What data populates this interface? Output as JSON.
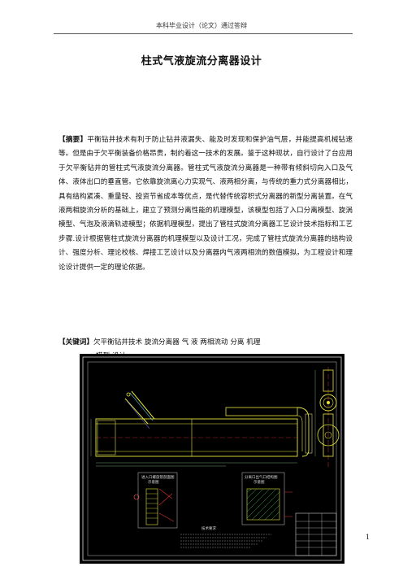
{
  "header": {
    "text": "本科毕业设计（论文）通过答辩"
  },
  "title": "柱式气液旋流分离器设计",
  "abstract": {
    "label": "【摘要】",
    "text": "平衡钻井技术有利于防止钻井液漏失、能及时发现和保护油气层，并能提高机械钻速等。但是由于欠平衡装备价格昂贵，制约着这一技术的发展。鉴于这种现状，自行设计了台应用于欠平衡钻井的管柱式气液旋流分离器。管柱式气液旋流分离器是一种带有倾斜切向入口及气体、液体出口的垂直管。它依靠旋流离心力实现气、液两相分离，与传统的重力式分离器相比，具有结构紧凑、重量轻、投资节省成本等优点，是代替传统容积式分离器的新型分离装置。在气液两相旋流分析的基础上，建立了预测分离性能的机理模型，该模型包括了入口分离模型、旋涡模型、气泡及液滴轨迹模型；依据机理模型，提出了管柱式旋流分离器工艺设计技术指标和工艺步骤.设计根据管柱式旋流分离器的机理模型以及设计工况，完成了管柱式旋流分离器的结构设计、强度分析、理论校核、焊接工艺设计以及分离器内气液两相流的数值模拟，为工程设计和理论设计提供一定的理论依据。"
  },
  "keywords": {
    "label": "【关键词】",
    "line1": "欠平衡钻井技术  旋流分离器   气    液   两相流动    分离    机理",
    "line2": "模型  设计"
  },
  "drawing": {
    "box1_title": "进入口螺旋管剖面图",
    "box1_sub": "示意图",
    "box2_title": "分离口出气口结构图",
    "box2_sub": "示意图",
    "notes_title": "技术要求"
  },
  "page_number": "1"
}
